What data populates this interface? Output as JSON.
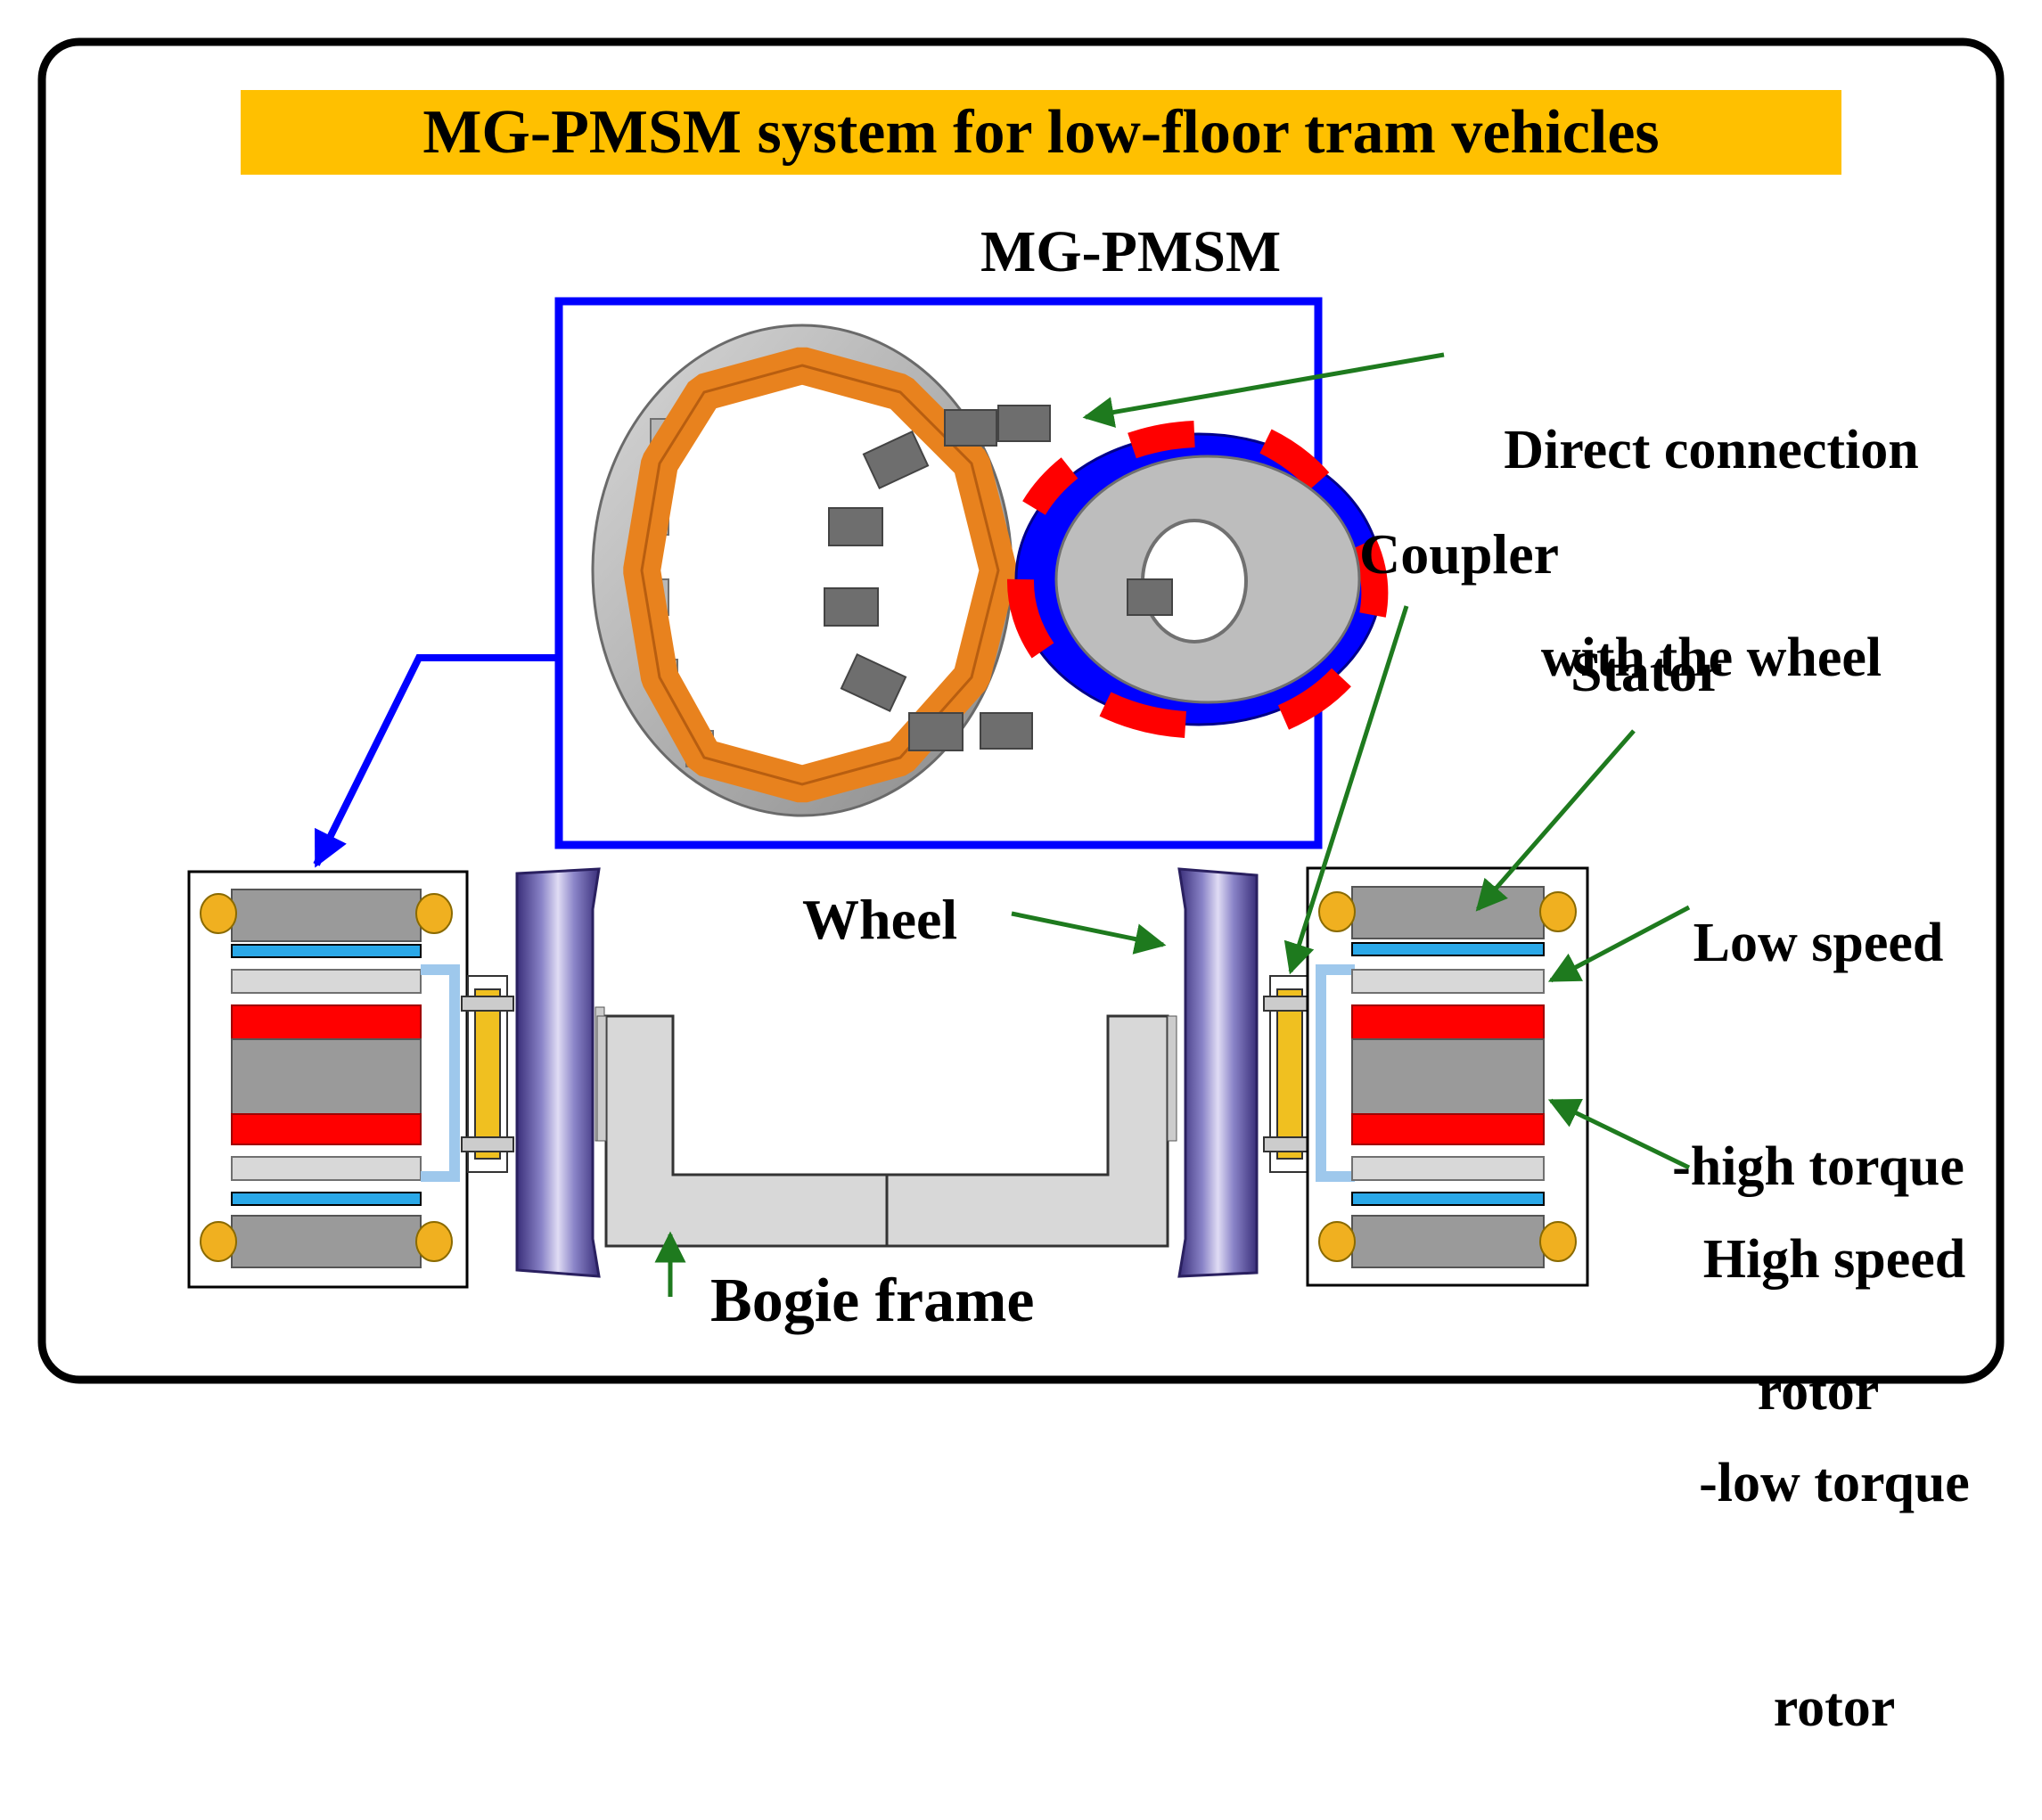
{
  "title": "MG-PMSM system for low-floor tram vehicles",
  "labels": {
    "inset_title": "MG-PMSM",
    "direct_connection_line1": "Direct connection",
    "direct_connection_line2": "with the wheel",
    "coupler": "Coupler",
    "stator": "Stator",
    "low_speed_line1": "Low speed",
    "low_speed_line2": "-high torque",
    "low_speed_line3": "rotor",
    "high_speed_line1": "High speed",
    "high_speed_line2": "-low torque",
    "high_speed_line3": "rotor",
    "wheel": "Wheel",
    "bogie_frame": "Bogie frame"
  },
  "colors": {
    "title_bg": "#ffc000",
    "frame_border": "#000000",
    "inset_border": "#0000ff",
    "arrow_green": "#1e7a1e",
    "stator_orange": "#e8821e",
    "magnet_red": "#ff0000",
    "magnet_blue": "#0000ff",
    "steel_gray": "#9a9a9a",
    "wheel_purple": "#6a5fa8",
    "coupler_gold": "#f0c020",
    "frame_light": "#d8d8d8",
    "sky_blue": "#2aa8e8"
  }
}
